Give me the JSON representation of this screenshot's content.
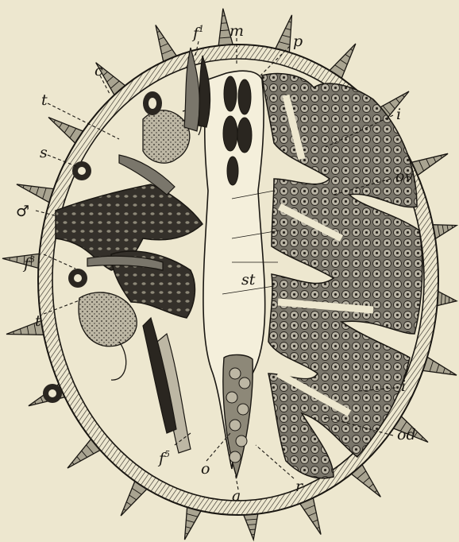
{
  "figure": {
    "labels": {
      "f1": {
        "base": "f",
        "sup": "1"
      },
      "m": "m",
      "p": "p",
      "c": "c",
      "t_top": "t",
      "i_top": "i",
      "s": "s",
      "ov": "ov",
      "male": "♂",
      "f3": {
        "base": "f",
        "sup": "3"
      },
      "st": "st",
      "t_bottom": "t",
      "i_bottom": "i",
      "od": "od",
      "f5": {
        "base": "f",
        "sup": "5"
      },
      "o": "o",
      "a": "a",
      "r": "r"
    }
  },
  "colors": {
    "background": "#ede7cf",
    "ink": "#1a1712",
    "organ_dark": "#2a2620",
    "ovary_fill": "#6e6a60"
  }
}
